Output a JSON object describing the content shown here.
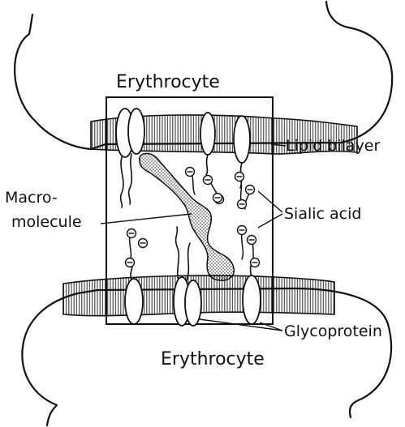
{
  "labels": {
    "top_cell": "Erythrocyte",
    "bottom_cell": "Erythrocyte",
    "lipid_bilayer": "Lipid bilayer",
    "macromolecule_line1": "Macro-",
    "macromolecule_line2": "molecule",
    "sialic_acid": "Sialic acid",
    "glycoprotein": "Glycoprotein"
  },
  "charge_symbol": "⊖",
  "colors": {
    "ink": "#111111",
    "background": "#ffffff"
  }
}
